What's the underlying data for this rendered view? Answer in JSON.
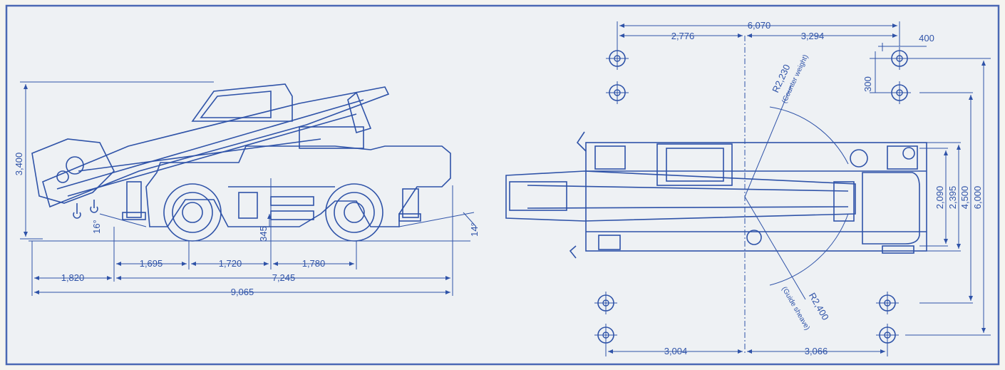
{
  "colors": {
    "ink": "#2f53a8",
    "paper": "#eef1f4",
    "border": "#4a68b4"
  },
  "side_view": {
    "height_overall": "3,400",
    "approach_angle": "16°",
    "departure_angle": "14°",
    "ground_clearance": "345",
    "axle_front_offset": "1,695",
    "wheelbase_a": "1,720",
    "wheelbase_b": "1,780",
    "boom_overhang": "1,820",
    "carrier_length": "7,245",
    "overall_length": "9,065"
  },
  "top_view": {
    "outrigger_span_top": "6,070",
    "top_left_part": "2,776",
    "top_right_part": "3,294",
    "pad_offset_x": "400",
    "pad_offset_y": "300",
    "counterweight_radius": "R2,230",
    "counterweight_note": "(Counter weight)",
    "sheave_radius": "R2,400",
    "sheave_note": "(Guide sheave)",
    "width_cab": "2,090",
    "width_body": "2,395",
    "outrigger_mid": "4,500",
    "outrigger_full": "6,000",
    "bottom_left_part": "3,004",
    "bottom_right_part": "3,066"
  }
}
